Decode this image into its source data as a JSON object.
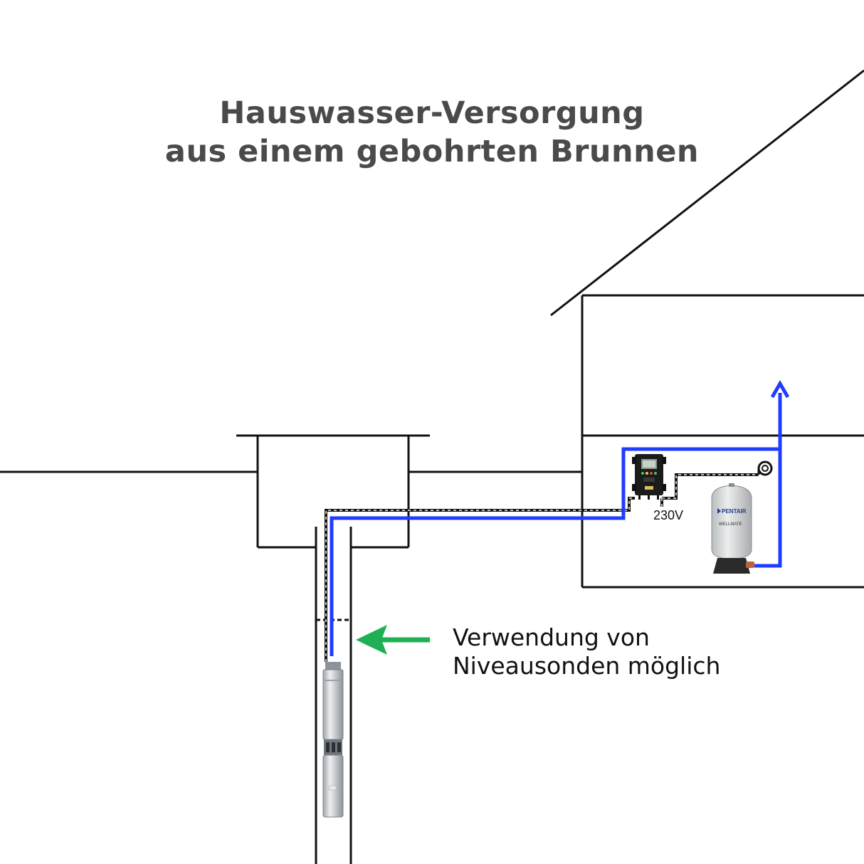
{
  "title": {
    "line1": "Hauswasser-Versorgung",
    "line2": "aus einem gebohrten Brunnen"
  },
  "annotation": {
    "line1": "Verwendung von",
    "line2": "Niveausonden möglich"
  },
  "controller": {
    "voltage_label": "230V"
  },
  "tank": {
    "brand": "PENTAIR",
    "model": "WELLMATE"
  },
  "colors": {
    "pipe": "#1f3cff",
    "arrow": "#1fb055",
    "outline": "#111111",
    "title_text": "#4a4a4a",
    "tank_body": "#d9dadc",
    "tank_base": "#2a2a2a",
    "pump_steel": "#c8ccd0",
    "controller_body": "#1b1b1b"
  },
  "icons": {
    "flow_arrow": "arrow-up-icon",
    "level_arrow": "arrow-left-icon",
    "pentair_logo": "pentair-chevron-icon"
  }
}
